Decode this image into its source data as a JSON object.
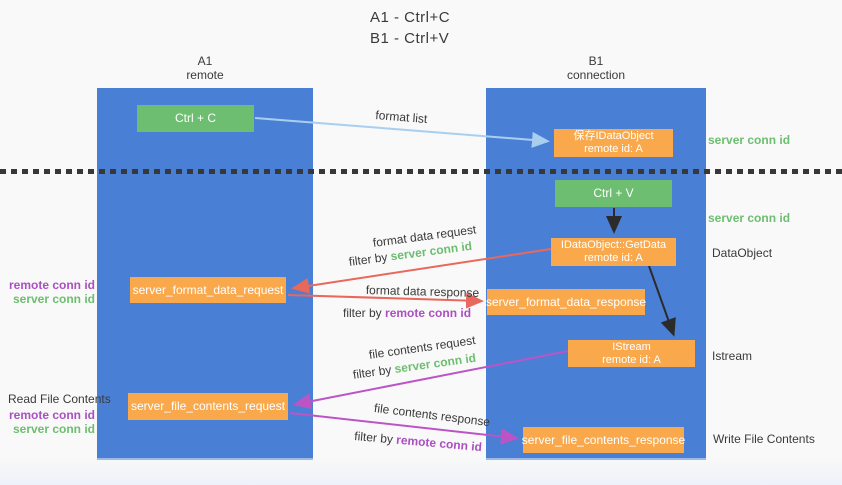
{
  "title": {
    "line1": "A1 - Ctrl+C",
    "line2": "B1 - Ctrl+V"
  },
  "lanes": {
    "left": {
      "name": "A1",
      "role": "remote"
    },
    "right": {
      "name": "B1",
      "role": "connection"
    }
  },
  "nodes": {
    "ctrl_c": {
      "label": "Ctrl + C"
    },
    "ctrl_v": {
      "label": "Ctrl + V"
    },
    "save_dataobject": {
      "line1": "保存IDataObject",
      "line2": "remote id: A"
    },
    "getdata": {
      "line1": "IDataObject::GetData",
      "line2": "remote id: A"
    },
    "istream": {
      "line1": "IStream",
      "line2": "remote id: A"
    },
    "format_request": {
      "label": "server_format_data_request"
    },
    "format_response": {
      "label": "server_format_data_response"
    },
    "file_request": {
      "label": "server_file_contents_request"
    },
    "file_response": {
      "label": "server_file_contents_response"
    }
  },
  "arrow_labels": {
    "format_list": "format list",
    "format_data_request": "format data request",
    "format_data_response": "format data response",
    "file_contents_request": "file contents request",
    "file_contents_response": "file contents response",
    "filter_by": "filter by",
    "server_conn_id": "server conn id",
    "remote_conn_id": "remote conn id"
  },
  "side_labels": {
    "right_server_conn_id_1": "server conn id",
    "right_server_conn_id_2": "server conn id",
    "dataobject": "DataObject",
    "istream": "Istream",
    "write_file_contents": "Write File Contents",
    "read_file_contents": "Read File Contents",
    "left_remote_conn_id_1": "remote conn id",
    "left_server_conn_id_1": "server conn id",
    "left_remote_conn_id_2": "remote conn id",
    "left_server_conn_id_2": "server conn id"
  },
  "colors": {
    "lane_blue": "#4a7fd6",
    "node_green": "#6dbe70",
    "node_orange": "#f9a94c",
    "arrow_lightblue": "#a9cfef",
    "arrow_red": "#e8685c",
    "arrow_magenta": "#bd54c6",
    "arrow_black": "#2b2b2b",
    "text_green": "#6dbe70",
    "text_purple": "#ab4fc1",
    "text_dark": "#3a3a3a",
    "background": "#f9f9f9"
  }
}
